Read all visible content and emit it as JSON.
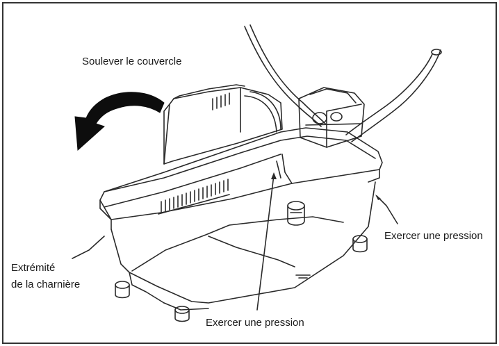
{
  "labels": {
    "lift_cover": "Soulever le couvercle",
    "press_right": "Exercer une pression",
    "hinge_line1": "Extrémité",
    "hinge_line2": "de la charnière",
    "press_bottom": "Exercer une pression"
  },
  "colors": {
    "line": "#2a2a2a",
    "arrow_fill": "#0d0d0d",
    "border": "#333333",
    "background": "#ffffff"
  },
  "icons": {
    "rotation_arrow": "curved-arrow-counterclockwise"
  }
}
